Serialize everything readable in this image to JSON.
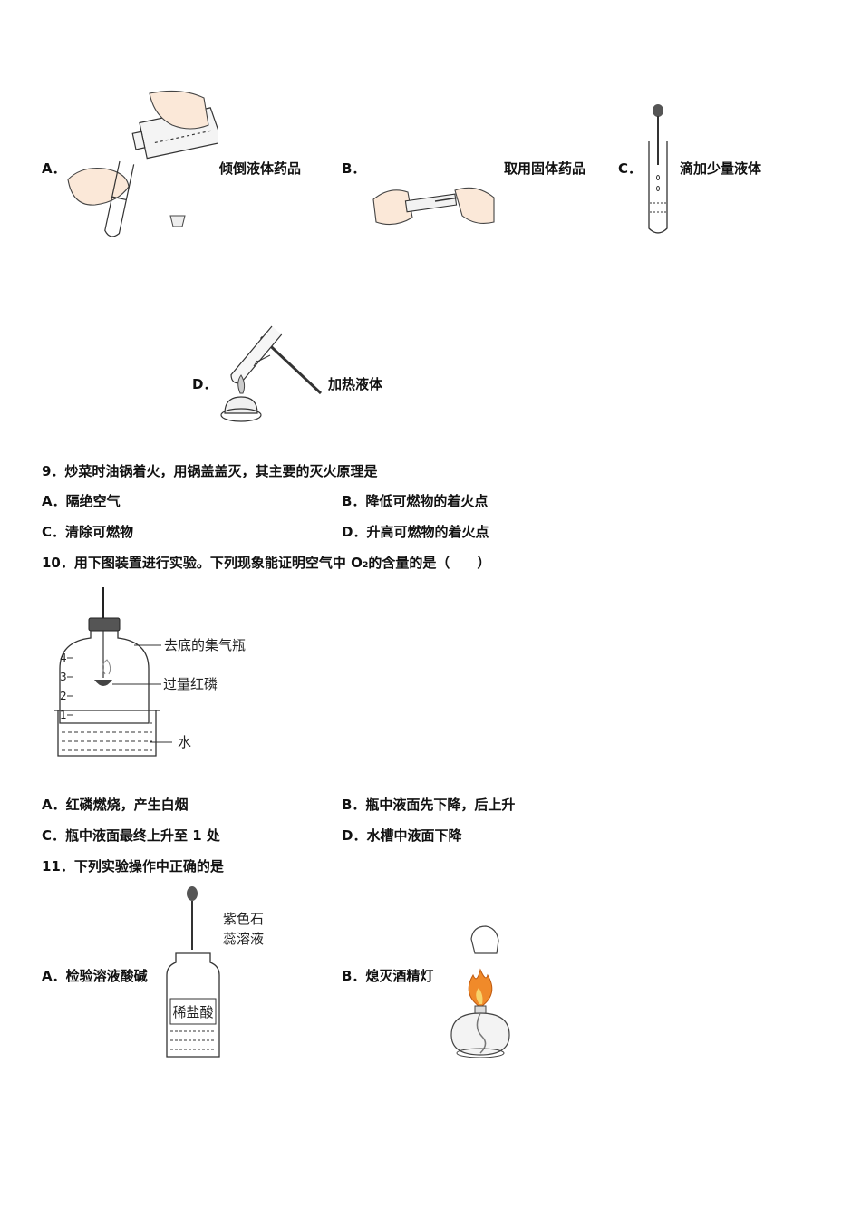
{
  "q8": {
    "a": {
      "letter": "A．",
      "text": "倾倒液体药品"
    },
    "b": {
      "letter": "B．",
      "text": "取用固体药品"
    },
    "c": {
      "letter": "C．",
      "text": "滴加少量液体"
    },
    "d": {
      "letter": "D．",
      "text": "加热液体"
    }
  },
  "q9": {
    "stem": "9．炒菜时油锅着火，用锅盖盖灭，其主要的灭火原理是",
    "a": "A．隔绝空气",
    "b": "B．降低可燃物的着火点",
    "c": "C．清除可燃物",
    "d": "D．升高可燃物的着火点"
  },
  "q10": {
    "stem": "10．用下图装置进行实验。下列现象能证明空气中 O₂的含量的是（　　）",
    "figure": {
      "label_bottle": "去底的集气瓶",
      "label_phosphorus": "过量红磷",
      "label_water": "水",
      "scale": [
        "4",
        "3",
        "2",
        "1"
      ]
    },
    "a": "A．红磷燃烧，产生白烟",
    "b": "B．瓶中液面先下降，后上升",
    "c": "C．瓶中液面最终上升至 1 处",
    "d": "D．水槽中液面下降"
  },
  "q11": {
    "stem": "11．下列实验操作中正确的是",
    "a": "A．检验溶液酸碱",
    "a_fig": {
      "dropper_label_1": "紫色石",
      "dropper_label_2": "蕊溶液",
      "bottle_label": "稀盐酸"
    },
    "b": "B．熄灭酒精灯"
  }
}
